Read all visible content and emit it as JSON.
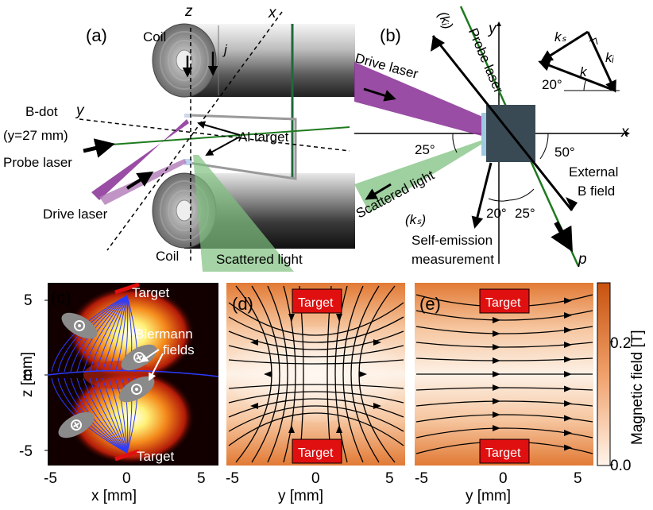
{
  "figure": {
    "panel_a": {
      "tag": "(a)",
      "axis_z": "z",
      "axis_x": "x",
      "axis_y": "y",
      "coil_top": "Coil",
      "coil_bottom": "Coil",
      "current": "j",
      "bdot": "B-dot",
      "bdot_pos": "(y=27 mm)",
      "al_target": "Al target",
      "probe_laser": "Probe laser",
      "drive_laser": "Drive laser",
      "scattered": "Scattered light"
    },
    "panel_b": {
      "tag": "(b)",
      "axis_y": "y",
      "axis_x": "x",
      "ki_label": "(kᵢ)",
      "probe_laser": "Probe laser",
      "drive_laser": "Drive laser",
      "angle_25": "25°",
      "angle_50": "50°",
      "external_b_1": "External",
      "external_b_2": "B field",
      "scattered": "Scattered light",
      "ks_label": "(kₛ)",
      "angle_20": "20°",
      "angle_25b": "25°",
      "self_emission_1": "Self-emission",
      "self_emission_2": "measurement",
      "p_label": "p",
      "inset_ks": "kₛ",
      "inset_ki": "kᵢ",
      "inset_k": "k",
      "inset_angle": "20°"
    },
    "panel_c": {
      "tag": "(c)",
      "target_top": "Target",
      "target_bottom": "Target",
      "biermann_1": "Biermann",
      "biermann_2": "fields",
      "xlabel": "x [mm]",
      "ylabel": "z [mm]",
      "yticks": [
        "5",
        "0",
        "-5"
      ],
      "xticks": [
        "-5",
        "0",
        "5"
      ]
    },
    "panel_d": {
      "tag": "(d)",
      "target_top": "Target",
      "target_bottom": "Target",
      "xlabel": "y [mm]",
      "xticks": [
        "-5",
        "0",
        "5"
      ]
    },
    "panel_e": {
      "tag": "(e)",
      "target_top": "Target",
      "target_bottom": "Target",
      "xlabel": "y [mm]",
      "xticks": [
        "-5",
        "0",
        "5"
      ]
    },
    "colorbar": {
      "label": "Magnetic field [T]",
      "tick_top": "0.2",
      "tick_bottom": "0.0",
      "color_high": "#c8520e",
      "color_low": "#fff4ea"
    },
    "colors": {
      "drive_laser": "#8e3a9a",
      "scattered": "#7fc07f",
      "probe": "#1f7a1f",
      "target_red": "#e01010",
      "field_line_c": "#2a3cff",
      "panel_b_target": "#3a4a55"
    }
  }
}
